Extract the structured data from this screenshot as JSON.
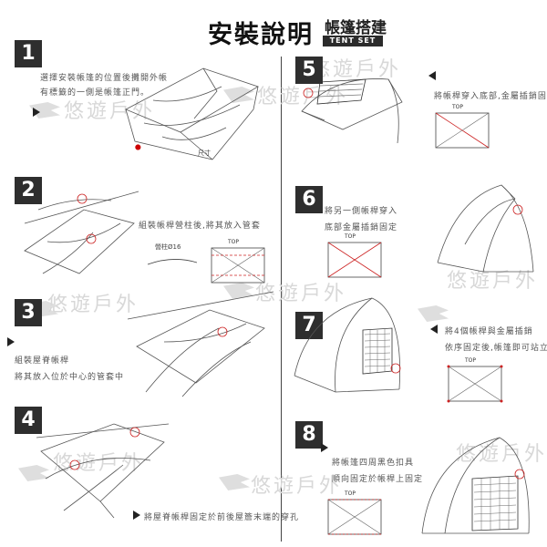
{
  "title": {
    "main": "安裝說明",
    "sub": "帳篷搭建",
    "en": "TENT SET UP"
  },
  "watermark": {
    "text": "悠遊戶外"
  },
  "steps": [
    {
      "num": "1",
      "lines": [
        "選擇安裝帳篷的位置後攤開外帳",
        "有標籤的一側是帳篷正門。"
      ],
      "sizeLabel": "尺寸"
    },
    {
      "num": "2",
      "lines": [
        "組裝帳桿營柱後,將其放入管套"
      ],
      "poleLabel": "營柱Ø16",
      "topLabel": "TOP"
    },
    {
      "num": "3",
      "lines": [
        "組裝屋脊帳桿",
        "將其放入位於中心的管套中"
      ]
    },
    {
      "num": "4",
      "lines": [
        "將屋脊帳桿固定於前後屋簷末端的穿孔"
      ]
    },
    {
      "num": "5",
      "lines": [
        "將帳桿穿入底部,金屬插銷固定"
      ],
      "topLabel": "TOP"
    },
    {
      "num": "6",
      "lines": [
        "將另一側帳桿穿入",
        "底部金屬插銷固定"
      ],
      "topLabel": "TOP"
    },
    {
      "num": "7",
      "lines": [
        "將4個帳桿與金屬插銷",
        "依序固定後,帳篷即可站立"
      ],
      "topLabel": "TOP"
    },
    {
      "num": "8",
      "lines": [
        "將帳篷四周黑色扣具",
        "順向固定於帳桿上固定"
      ],
      "topLabel": "TOP"
    }
  ],
  "colors": {
    "step_bg": "#2e2e2e",
    "accent_red": "#cc2222",
    "watermark": "#d8d8d8"
  }
}
